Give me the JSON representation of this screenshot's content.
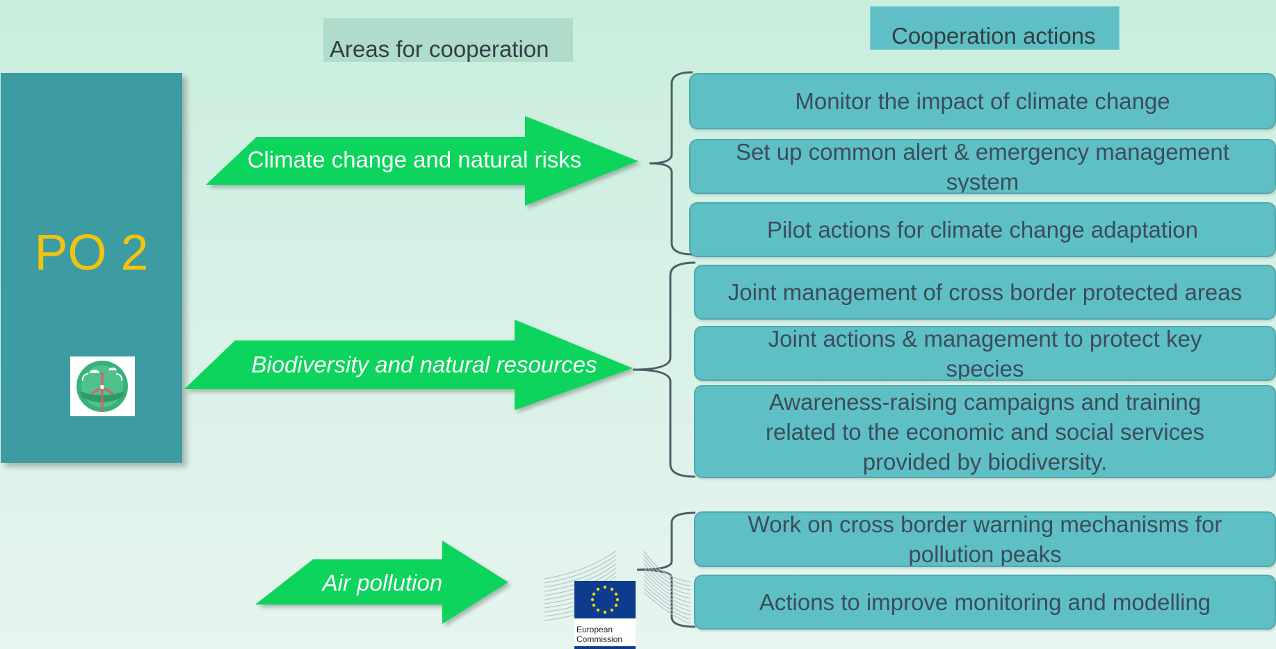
{
  "headers": {
    "areas": "Areas for cooperation",
    "actions": "Cooperation actions"
  },
  "policy_objective": {
    "title": "PO 2",
    "icon": "wind-turbine-globe-icon"
  },
  "areas": [
    {
      "label": "Climate change and natural risks",
      "italic": false
    },
    {
      "label": "Biodiversity and natural resources",
      "italic": true
    },
    {
      "label": "Air pollution",
      "italic": true
    }
  ],
  "actions": [
    {
      "label": "Monitor the impact of climate change"
    },
    {
      "label": "Set up common alert & emergency management system"
    },
    {
      "label": "Pilot actions for climate change adaptation"
    },
    {
      "label": "Joint management of cross border protected areas"
    },
    {
      "label": "Joint actions & management to protect key species"
    },
    {
      "label": "Awareness-raising campaigns and training related to the economic and social services provided by biodiversity."
    },
    {
      "label": "Work on cross border warning mechanisms for pollution peaks"
    },
    {
      "label": "Actions to improve monitoring and modelling"
    }
  ],
  "logo": {
    "name": "european-commission-logo",
    "line1": "European",
    "line2": "Commission"
  },
  "colors": {
    "panel": "#3c9ca2",
    "po_text": "#f4c30f",
    "arrow": "#11d45c",
    "action_box": "#5ec0c5",
    "header_areas": "#b0dccb",
    "header_actions": "#5ec0c5"
  }
}
